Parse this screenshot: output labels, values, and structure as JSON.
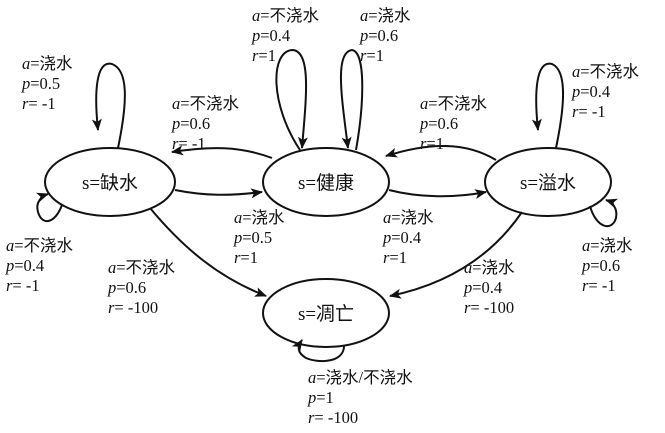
{
  "states": {
    "lack": "s=缺水",
    "healthy": "s=健康",
    "overflow": "s=溢水",
    "dead": "s=凋亡"
  },
  "labels": {
    "lack_self": {
      "a": "a=浇水",
      "p": "p=0.5",
      "r": "r= -1"
    },
    "lack_self_low": {
      "a": "a=不浇水",
      "p": "p=0.4",
      "r": "r= -1"
    },
    "healthy_to_lack": {
      "a": "a=不浇水",
      "p": "p=0.6",
      "r": "r= -1"
    },
    "healthy_self_no": {
      "a": "a=不浇水",
      "p": "p=0.4",
      "r": "r=1"
    },
    "healthy_self_yes": {
      "a": "a=浇水",
      "p": "p=0.6",
      "r": "r=1"
    },
    "overflow_to_healthy": {
      "a": "a=不浇水",
      "p": "p=0.6",
      "r": "r=1"
    },
    "overflow_self_no": {
      "a": "a=不浇水",
      "p": "p=0.4",
      "r": "r= -1"
    },
    "lack_to_healthy": {
      "a": "a=浇水",
      "p": "p=0.5",
      "r": "r=1"
    },
    "healthy_to_overflow": {
      "a": "a=浇水",
      "p": "p=0.4",
      "r": "r=1"
    },
    "lack_to_dead": {
      "a": "a=不浇水",
      "p": "p=0.6",
      "r": "r= -100"
    },
    "overflow_to_dead": {
      "a": "a=浇水",
      "p": "p=0.4",
      "r": "r= -100"
    },
    "overflow_self_yes": {
      "a": "a=浇水",
      "p": "p=0.6",
      "r": "r= -1"
    },
    "dead_self": {
      "a": "a=浇水/不浇水",
      "p": "p=1",
      "r": "r= -100"
    }
  }
}
